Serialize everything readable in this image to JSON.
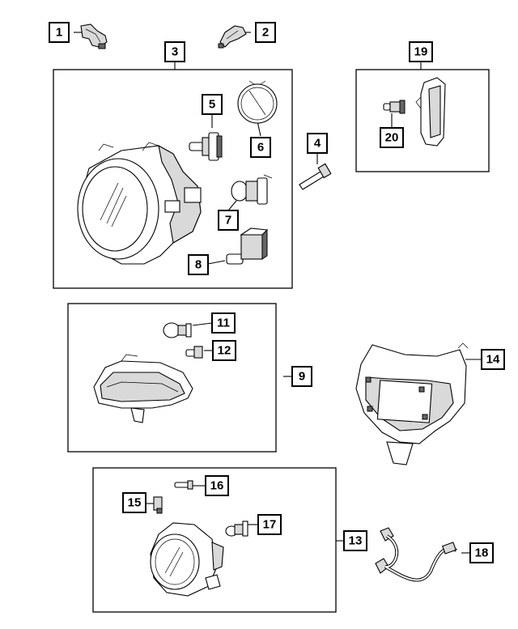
{
  "callouts": [
    {
      "id": "c1",
      "label": "1"
    },
    {
      "id": "c2",
      "label": "2"
    },
    {
      "id": "c3",
      "label": "3"
    },
    {
      "id": "c4",
      "label": "4"
    },
    {
      "id": "c5",
      "label": "5"
    },
    {
      "id": "c6",
      "label": "6"
    },
    {
      "id": "c7",
      "label": "7"
    },
    {
      "id": "c8",
      "label": "8"
    },
    {
      "id": "c9",
      "label": "9"
    },
    {
      "id": "c11",
      "label": "11"
    },
    {
      "id": "c12",
      "label": "12"
    },
    {
      "id": "c13",
      "label": "13"
    },
    {
      "id": "c14",
      "label": "14"
    },
    {
      "id": "c15",
      "label": "15"
    },
    {
      "id": "c16",
      "label": "16"
    },
    {
      "id": "c17",
      "label": "17"
    },
    {
      "id": "c18",
      "label": "18"
    },
    {
      "id": "c19",
      "label": "19"
    },
    {
      "id": "c20",
      "label": "20"
    }
  ]
}
